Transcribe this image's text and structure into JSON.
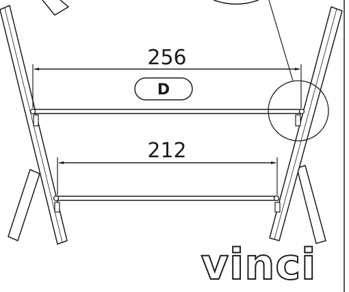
{
  "dimensions": {
    "upper": "256",
    "lower": "212"
  },
  "callout": {
    "letter": "D"
  },
  "brand": {
    "logo_text": "vinci"
  },
  "colors": {
    "line": "#1b1b1b",
    "background": "#ffffff"
  }
}
